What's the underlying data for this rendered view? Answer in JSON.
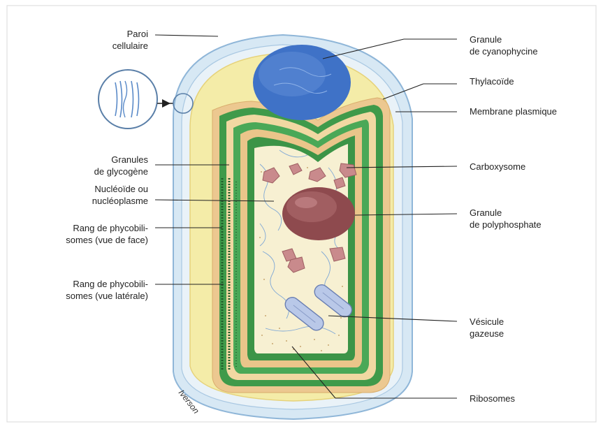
{
  "labels": {
    "paroi": [
      "Paroi",
      "cellulaire"
    ],
    "glycogene": [
      "Granules",
      "de glycogène"
    ],
    "nucleoide": [
      "Nucléoïde ou",
      "nucléoplasme"
    ],
    "phyco_face": [
      "Rang de phycobili-",
      "somes (vue de face)"
    ],
    "phyco_lat": [
      "Rang de phycobili-",
      "somes (vue latérale)"
    ],
    "cyanophycine": [
      "Granule",
      "de cyanophycine"
    ],
    "thylacoide": [
      "Thylacoïde"
    ],
    "membrane": [
      "Membrane plasmique"
    ],
    "carboxysome": [
      "Carboxysome"
    ],
    "polyphosphate": [
      "Granule",
      "de polyphosphate"
    ],
    "vesicule": [
      "Vésicule",
      "gazeuse"
    ],
    "ribosomes": [
      "Ribosomes"
    ]
  },
  "signature": "Iverson",
  "colors": {
    "wall": "#cfe3f2",
    "wall_stroke": "#8fb6d8",
    "cytoplasm": "#f3eaa8",
    "thylakoid_green": "#3f9a4a",
    "thylakoid_tan": "#e8c48a",
    "nucleoid": "#f6efcf",
    "cyanophycin": "#3f72c7",
    "polyphosphate": "#8e4a4e",
    "carboxysome": "#c98a8c",
    "vesicle": "#b9c8e8"
  }
}
